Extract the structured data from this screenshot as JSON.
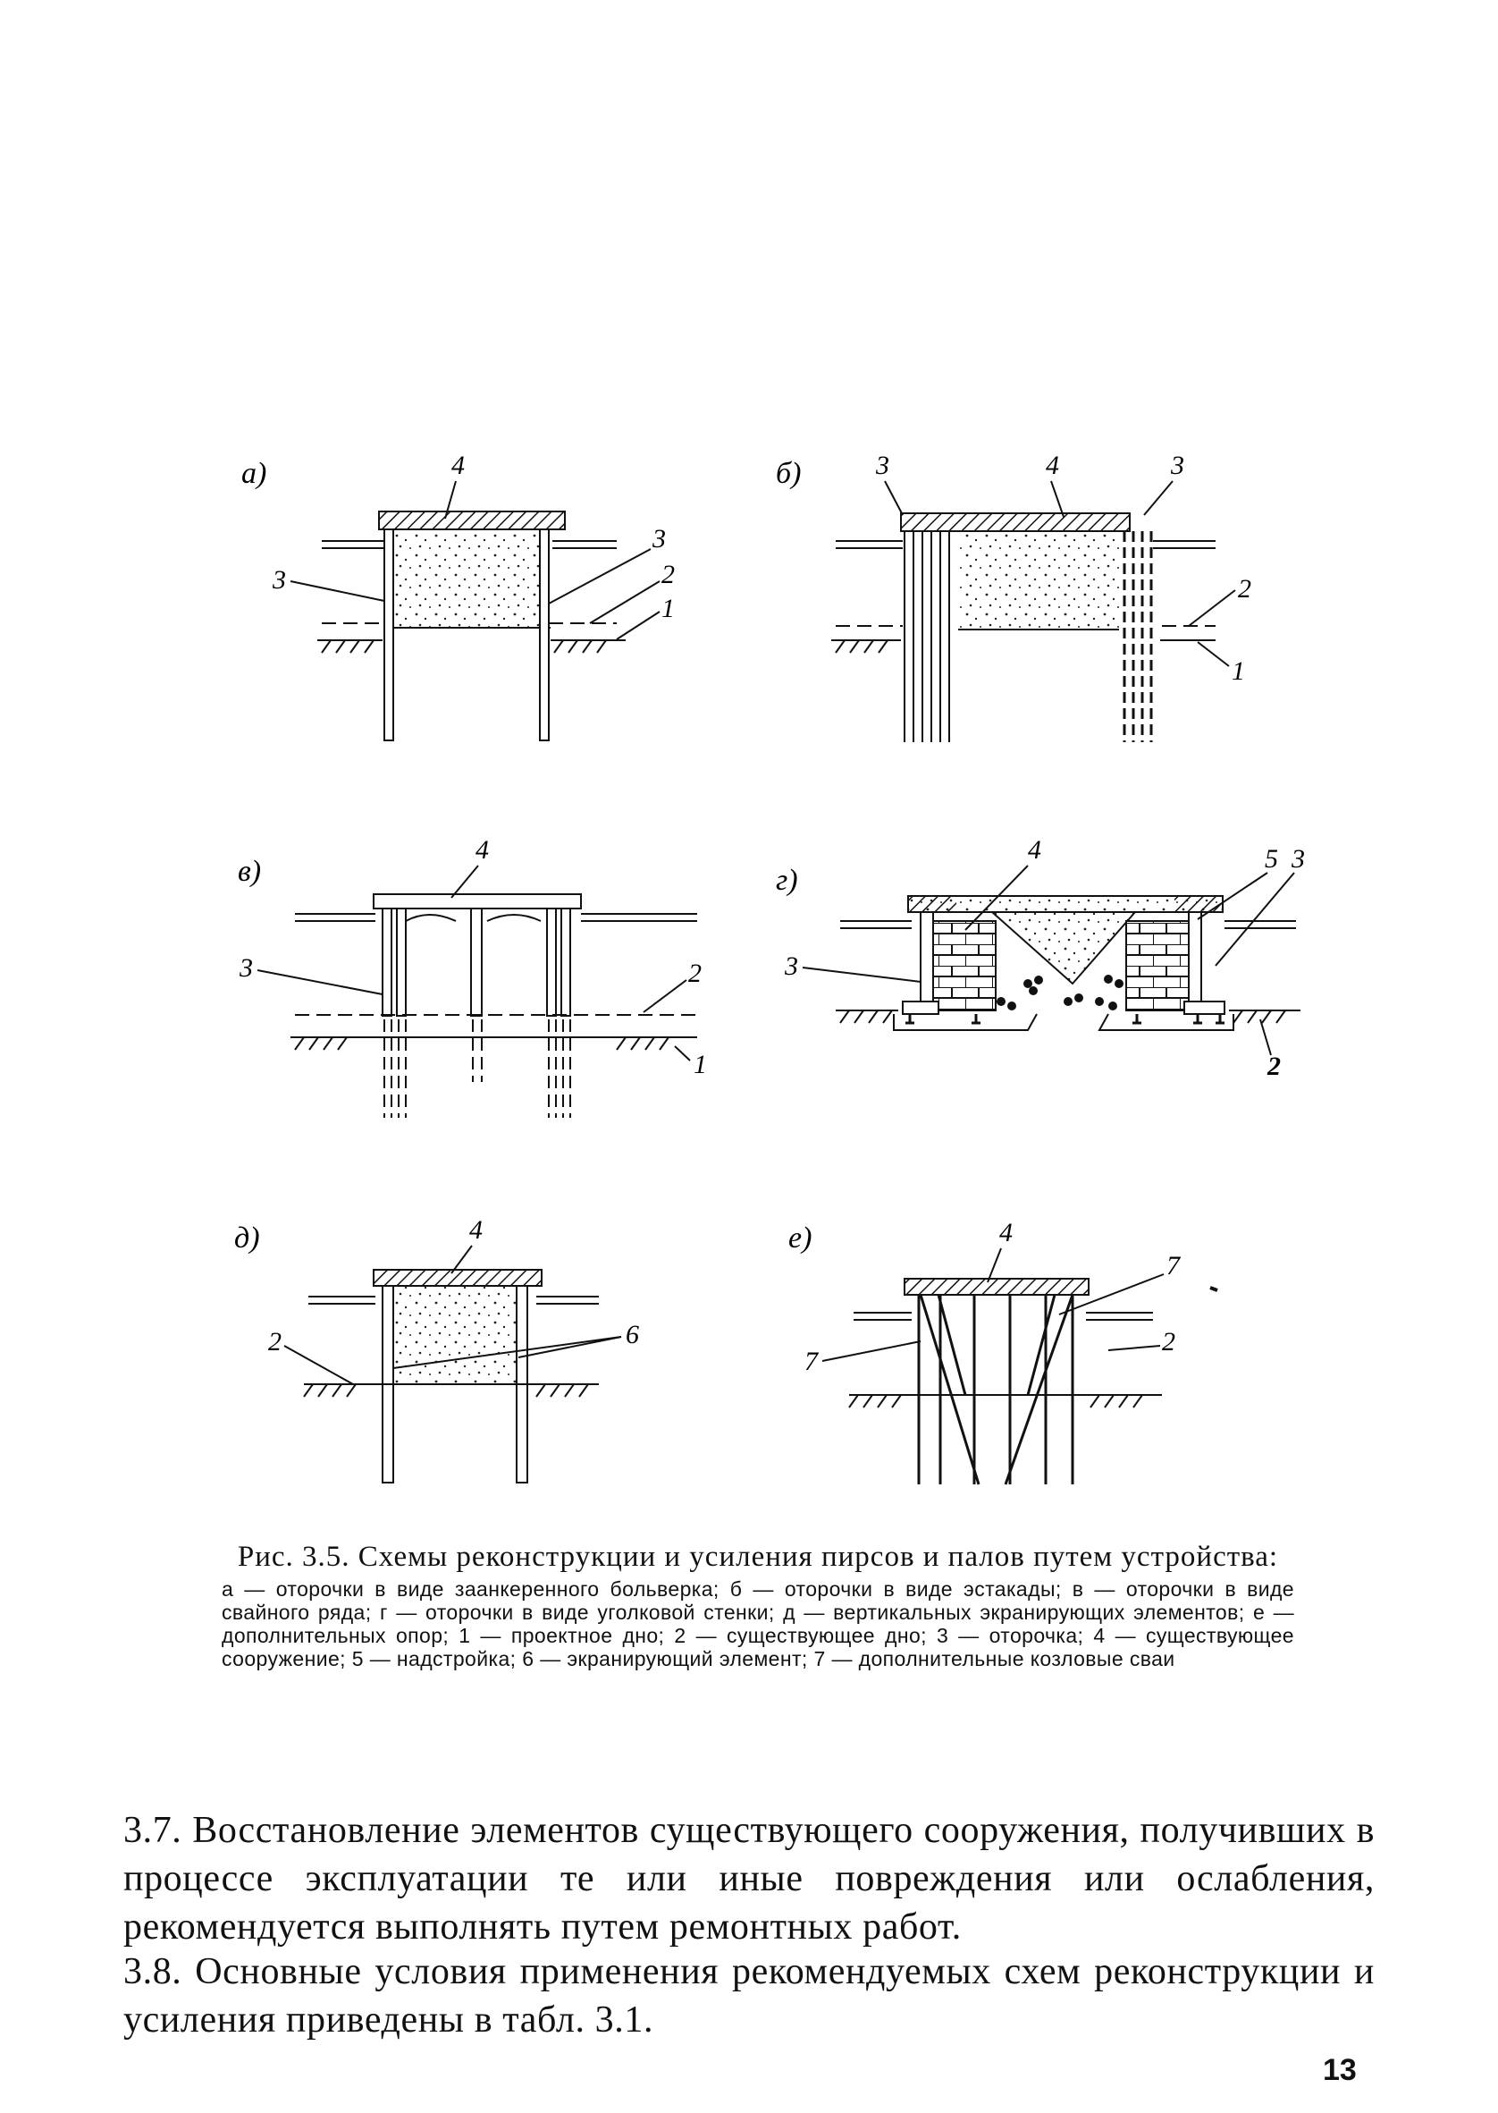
{
  "figure": {
    "panels": [
      {
        "id": "a",
        "label": "а)",
        "callouts": [
          "4",
          "3",
          "3",
          "2",
          "1"
        ]
      },
      {
        "id": "b",
        "label": "б)",
        "callouts": [
          "3",
          "4",
          "3",
          "2",
          "1"
        ]
      },
      {
        "id": "v",
        "label": "в)",
        "callouts": [
          "4",
          "3",
          "2",
          "1"
        ]
      },
      {
        "id": "g",
        "label": "г)",
        "callouts": [
          "4",
          "5",
          "3",
          "3",
          "2"
        ]
      },
      {
        "id": "d",
        "label": "д)",
        "callouts": [
          "4",
          "2",
          "6"
        ]
      },
      {
        "id": "e",
        "label": "е)",
        "callouts": [
          "4",
          "7",
          "7",
          "2"
        ]
      }
    ],
    "caption_title": "Рис. 3.5. Схемы реконструкции и усиления пирсов и палов путем устройства:",
    "caption_legend": "а — оторочки в виде заанкеренного больверка; б — оторочки в виде эстакады; в — оторочки в виде свайного ряда; г — оторочки в виде уголковой стенки; д — вертикальных экранирующих элементов; е — дополнительных опор; 1 — проектное дно; 2 — существующее дно; 3 — оторочка; 4 — существующее сооружение; 5 — надстройка; 6 — экранирующий элемент; 7 — дополнительные козловые сваи"
  },
  "paragraphs": [
    "3.7. Восстановление элементов существующего сооружения, получивших в процессе эксплуатации те или иные повреждения или ослабления, рекомендуется выполнять путем ремонтных работ.",
    "3.8. Основные условия применения рекомендуемых схем реконструкции и усиления приведены в табл. 3.1."
  ],
  "page_number": "13"
}
